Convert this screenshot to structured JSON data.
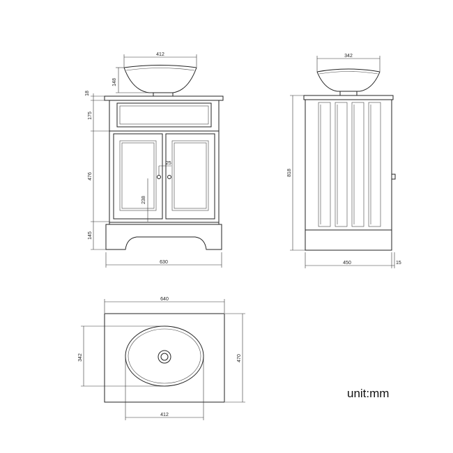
{
  "unit_label": "unit:mm",
  "front_view": {
    "basin_width": "412",
    "basin_height": "148",
    "top_thickness": "18",
    "drawer_height": "175",
    "door_height": "476",
    "plinth_height": "145",
    "handle_offset": "25",
    "handle_height": "238",
    "cabinet_width": "630"
  },
  "side_view": {
    "basin_depth": "342",
    "total_height": "818",
    "cabinet_depth": "450",
    "top_overhang": "15"
  },
  "top_view": {
    "top_width": "640",
    "top_depth": "470",
    "basin_depth": "342",
    "basin_width": "412"
  }
}
